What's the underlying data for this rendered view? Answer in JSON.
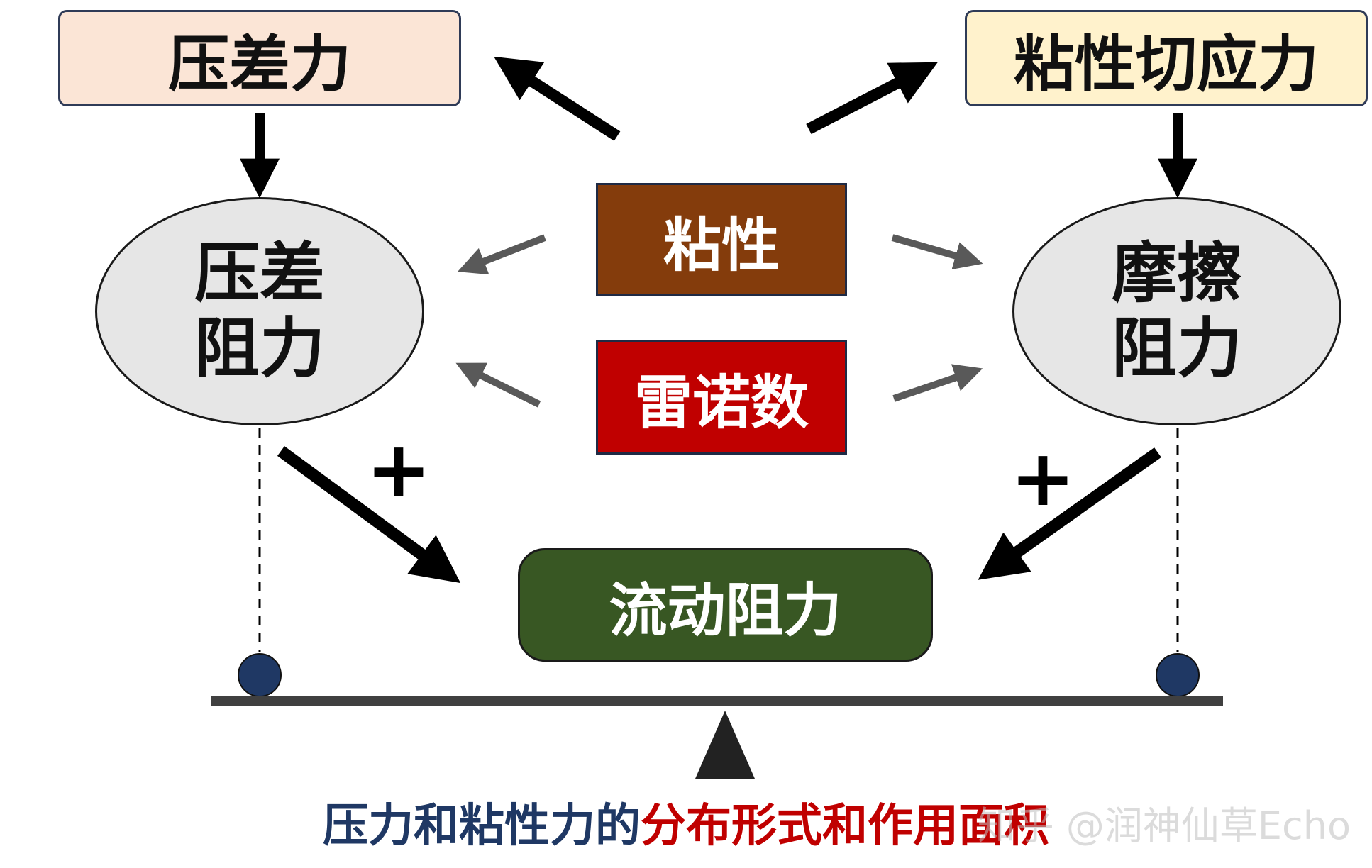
{
  "top_left_box": {
    "label": "压差力",
    "bg": "#fbe5d6",
    "border": "#2f3b57"
  },
  "top_right_box": {
    "label": "粘性切应力",
    "bg": "#fff2cc",
    "border": "#2f3b57"
  },
  "left_ellipse": {
    "line1": "压差",
    "line2": "阻力",
    "bg": "#e6e6e6"
  },
  "right_ellipse": {
    "line1": "摩擦",
    "line2": "阻力",
    "bg": "#e6e6e6"
  },
  "viscosity_box": {
    "label": "粘性",
    "bg": "#843c0c"
  },
  "reynolds_box": {
    "label": "雷诺数",
    "bg": "#c00000"
  },
  "flow_box": {
    "label": "流动阻力",
    "bg": "#385723"
  },
  "plus_left": "+",
  "plus_right": "+",
  "caption": {
    "part1": "压力和粘性力的",
    "part2": "分布形式和作用面积",
    "color1": "#1f3864",
    "color2": "#c00000"
  },
  "watermark": "知乎 @润神仙草Echo",
  "colors": {
    "arrow_black": "#000000",
    "arrow_gray": "#595959",
    "ball": "#1f3864",
    "beam": "#404040",
    "fulcrum": "#222222"
  }
}
